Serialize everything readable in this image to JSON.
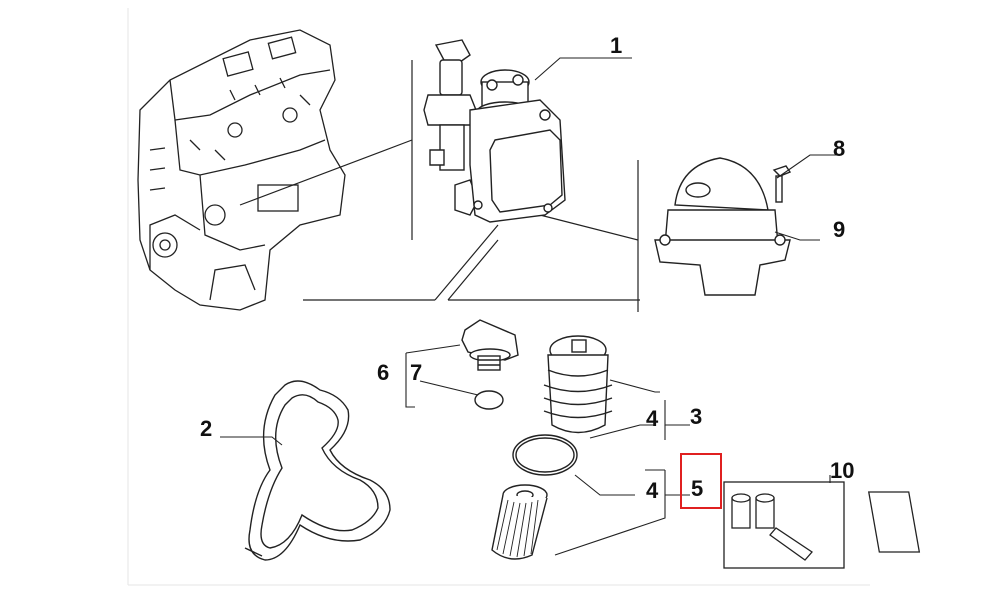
{
  "diagram": {
    "callouts": {
      "c1": "1",
      "c2": "2",
      "c3": "3",
      "c4a": "4",
      "c4b": "4",
      "c5": "5",
      "c6": "6",
      "c7": "7",
      "c8": "8",
      "c9": "9",
      "c10": "10"
    },
    "highlighted_callout": "5",
    "highlight_color": "#e02020"
  }
}
